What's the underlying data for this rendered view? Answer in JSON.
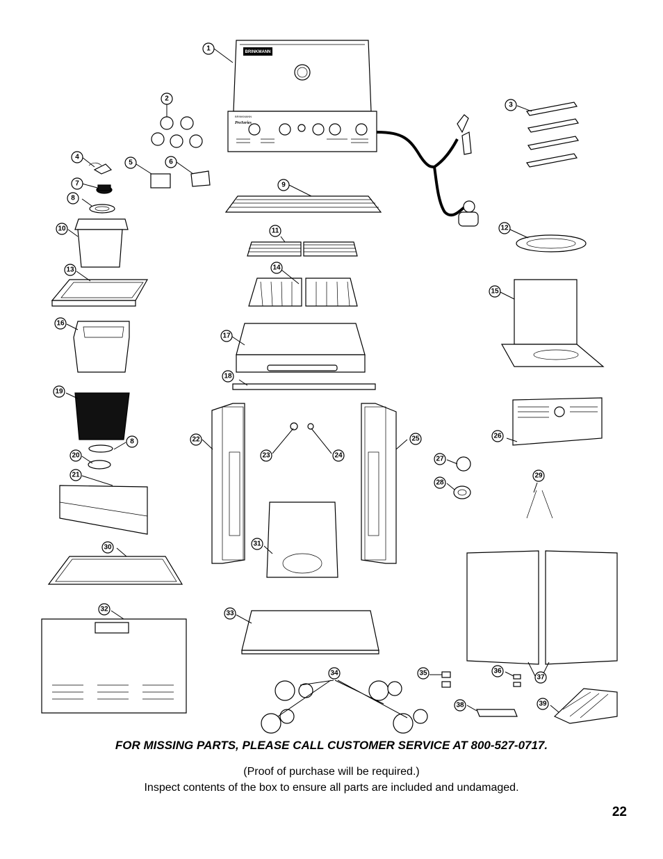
{
  "brand_marks": {
    "lid_badge": "BRINKMANN",
    "panel_brand": "BRINKMANN",
    "panel_model": "ProSeries"
  },
  "callouts": [
    "1",
    "2",
    "3",
    "4",
    "5",
    "6",
    "7",
    "8",
    "9",
    "10",
    "11",
    "12",
    "13",
    "14",
    "15",
    "16",
    "17",
    "19",
    "20",
    "21",
    "22",
    "23",
    "24",
    "25",
    "26",
    "27",
    "28",
    "29",
    "30",
    "31",
    "32",
    "33",
    "34",
    "35",
    "36",
    "37",
    "38",
    "39",
    "18"
  ],
  "footer": {
    "missing_parts": "FOR MISSING PARTS, PLEASE CALL CUSTOMER SERVICE AT 800-527-0717.",
    "proof_note": "(Proof of purchase will be required.)",
    "inspect_note": "Inspect contents of the box to ensure all parts are included and undamaged.",
    "page_number": "22"
  }
}
